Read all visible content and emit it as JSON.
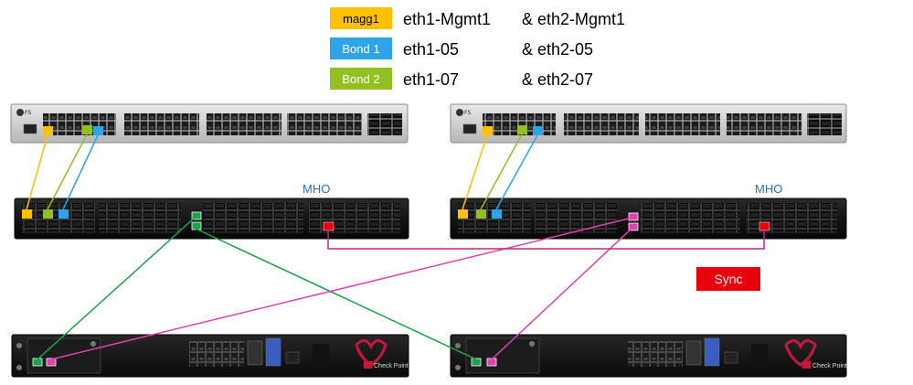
{
  "legend": {
    "rows": [
      {
        "badge": "magg1",
        "color": "#ffc000",
        "text_color": "#000000",
        "iface1": "eth1-Mgmt1",
        "iface2": "& eth2-Mgmt1"
      },
      {
        "badge": "Bond 1",
        "color": "#2ea3e8",
        "text_color": "#ffffff",
        "iface1": "eth1-05",
        "iface2": "& eth2-05"
      },
      {
        "badge": "Bond 2",
        "color": "#92c022",
        "text_color": "#ffffff",
        "iface1": "eth1-07",
        "iface2": "& eth2-07"
      }
    ]
  },
  "switches": {
    "left_mho_label": "MHO",
    "right_mho_label": "MHO",
    "brand_logo": "FS"
  },
  "sync": {
    "label": "Sync",
    "color": "#e8000d"
  },
  "appliance": {
    "brand": "Check Point"
  },
  "colors": {
    "mgmt_link": "#ffc000",
    "bond1_link": "#2ea3e8",
    "bond2_link": "#92c022",
    "uplink_green": "#1aa34a",
    "uplink_magenta": "#e040b0",
    "sync_red": "#e8000d",
    "sync_line": "#c0287a"
  }
}
